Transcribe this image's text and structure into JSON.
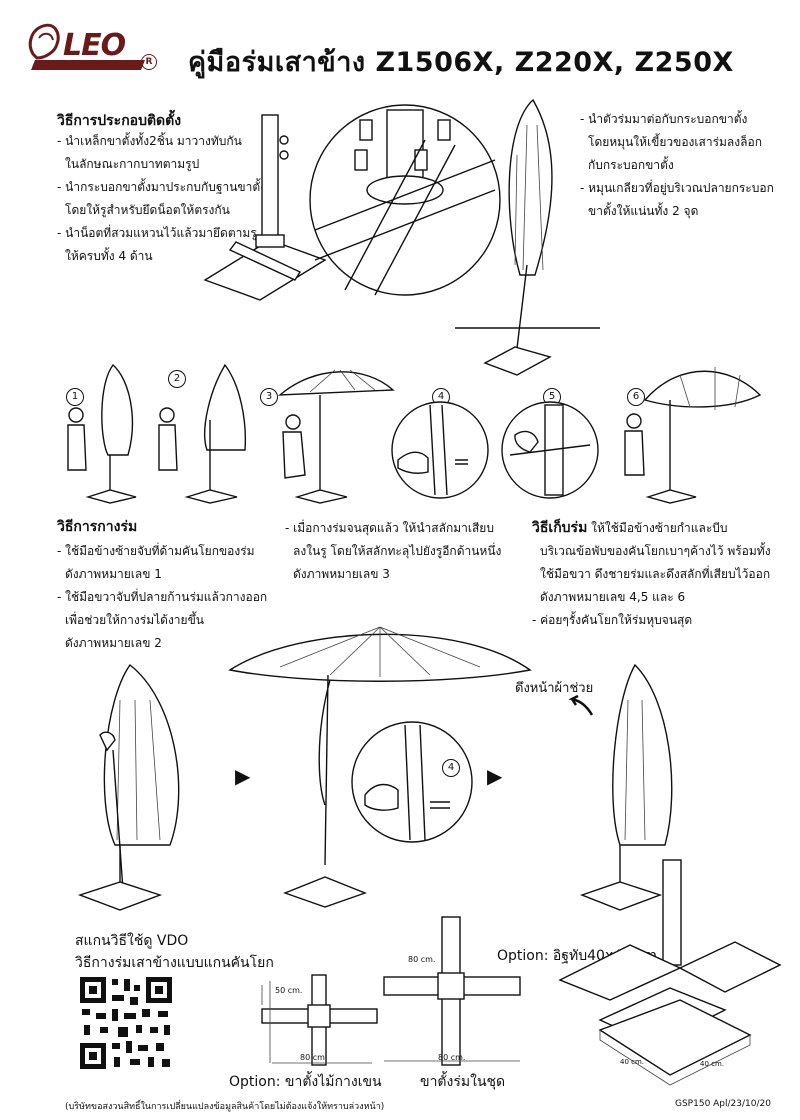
{
  "header": {
    "brand": "LEO",
    "title": "คู่มือร่มเสาข้าง Z1506X, Z220X, Z250X"
  },
  "install": {
    "heading": "วิธีการประกอบติดตั้ง",
    "lines": [
      "- นำเหล็กขาตั้งทั้ง2ชิ้น มาวางทับกัน",
      "  ในลักษณะกากบาทตามรูป",
      "- นำกระบอกขาตั้งมาประกบกับฐานขาตั้ง",
      "  โดยให้รูสำหรับยึดน็อตให้ตรงกัน",
      "- นำน็อตที่สวมแหวนไว้แล้วมายึดตามรู",
      "  ให้ครบทั้ง 4 ด้าน"
    ]
  },
  "attach": {
    "lines": [
      "- นำตัวร่มมาต่อกับกระบอกขาตั้ง",
      "  โดยหมุนให้เขี้ยวของเสาร่มลงล็อก",
      "  กับกระบอกขาตั้ง",
      "- หมุนเกลียวที่อยู่บริเวณปลายกระบอก",
      "  ขาตั้งให้แน่นทั้ง 2 จุด"
    ]
  },
  "steps": [
    "1",
    "2",
    "3",
    "4",
    "5",
    "6"
  ],
  "open": {
    "heading": "วิธีการกางร่ม",
    "lines": [
      "- ใช้มือข้างซ้ายจับที่ด้ามคันโยกของร่ม",
      "  ดังภาพหมายเลข 1",
      "- ใช้มือขวาจับที่ปลายก้านร่มแล้วกางออก",
      "  เพื่อช่วยให้กางร่มได้งายขึ้น",
      "  ดังภาพหมายเลข 2"
    ],
    "lines2": [
      "- เมื่อกางร่มจนสุดแล้ว ให้นำสลักมาเสียบ",
      "  ลงในรู โดยให้สลักทะลุไปยังรูอีกด้านหนึ่ง",
      "  ดังภาพหมายเลข 3"
    ]
  },
  "close": {
    "heading": "วิธีเก็บร่ม",
    "first_line": "ให้ใช้มือข้างซ้ายกำและบีบ",
    "lines": [
      "  บริเวณข้อพับของคันโยกเบาๆค้างไว้ พร้อมทั้ง",
      "  ใช้มือขวา ดึงชายร่มและดึงสลักที่เสียบไว้ออก",
      "  ดังภาพหมายเลข 4,5 และ 6",
      "- ค่อยๆรั้งคันโยกให้ร่มหุบจนสุด"
    ]
  },
  "pull_label": "ดึงหน้าผ้าช่วย",
  "step4_badge": "4",
  "scan": {
    "line1": "สแกนวิธีใช้ดู VDO",
    "line2": "วิธีกางร่มเสาข้างแบบแกนคันโยก"
  },
  "dims": {
    "d50": "50 cm.",
    "d80a": "80 cm.",
    "d80b": "80 cm.",
    "d80c": "80 cm.",
    "tile1": "40 cm.",
    "tile2": "40 cm."
  },
  "options": {
    "wood": "Option: ขาตั้งไม้กางเขน",
    "included": "ขาตั้งร่มในชุด",
    "tile": "Option: อิฐทับ40x40 cm."
  },
  "footer": {
    "note": "(บริษัทขอสงวนสิทธิ์ในการเปลี่ยนแปลงข้อมูลสินค้าโดยไม่ต้องแจ้งให้ทราบล่วงหน้า)",
    "code": "GSP150 Apl/23/10/20"
  }
}
